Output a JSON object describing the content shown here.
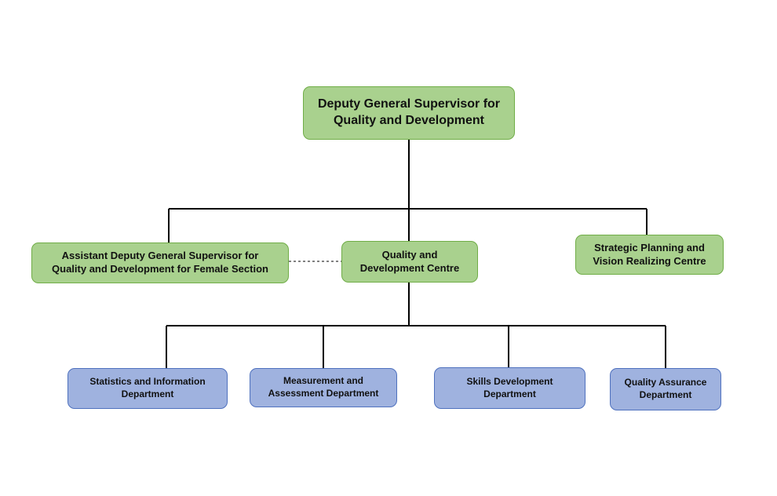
{
  "org_chart": {
    "deputy": {
      "line1": "Deputy General Supervisor for",
      "line2": "Quality and Development"
    },
    "assistant": {
      "line1": "Assistant Deputy General Supervisor for",
      "line2": "Quality and Development for Female Section"
    },
    "centre": {
      "line1": "Quality and",
      "line2": "Development Centre"
    },
    "strategic": {
      "line1": "Strategic Planning and",
      "line2": "Vision Realizing Centre"
    },
    "departments": [
      {
        "line1": "Statistics and Information",
        "line2": "Department"
      },
      {
        "line1": "Measurement and",
        "line2": "Assessment Department"
      },
      {
        "line1": "Skills Development",
        "line2": "Department"
      },
      {
        "line1": "Quality Assurance",
        "line2": "Department"
      }
    ],
    "colors": {
      "top_level_fill": "#a9d18e",
      "top_level_border": "#70ad47",
      "department_fill": "#9fb2df",
      "department_border": "#4f71be",
      "connector": "#000000"
    }
  }
}
